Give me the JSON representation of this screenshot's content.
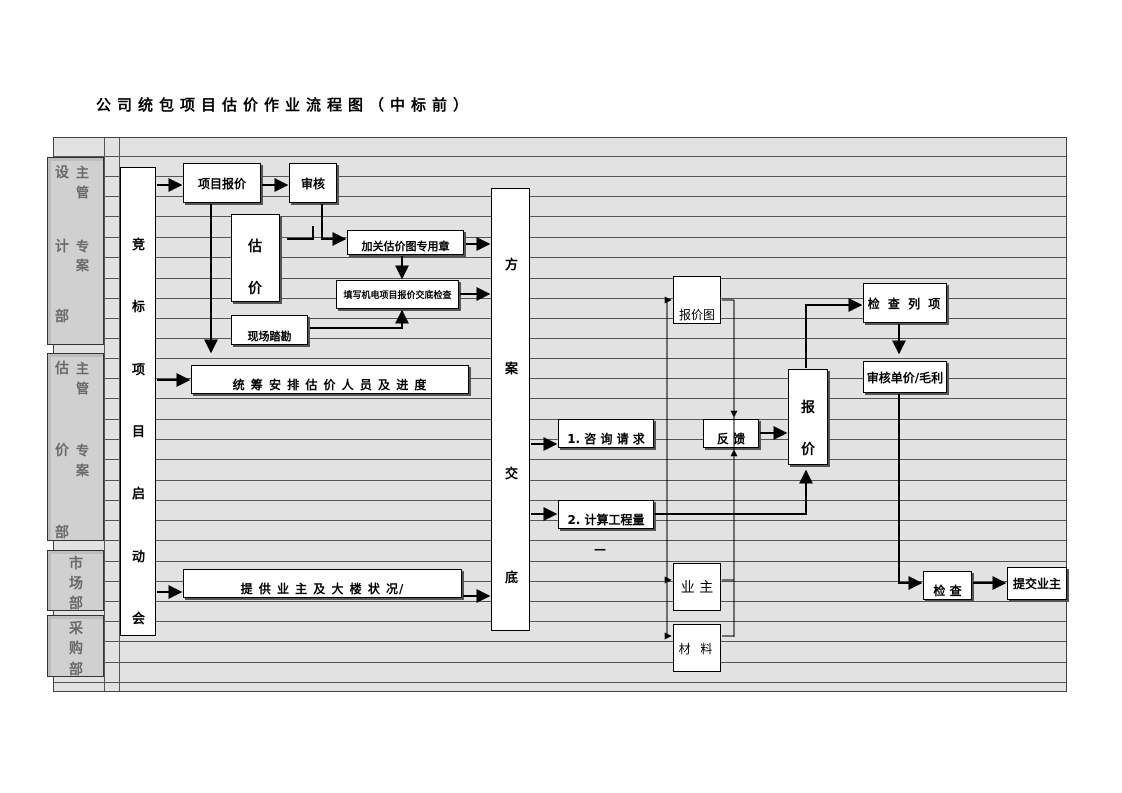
{
  "title": "公司统包项目估价作业流程图（中标前）",
  "departments": {
    "design": {
      "head_line1": "主",
      "head_line2": "管",
      "spec_line1": "专",
      "spec_line2": "案",
      "name1": "设",
      "name2": "计",
      "name3": "部"
    },
    "estimate": {
      "head_line1": "主",
      "head_line2": "管",
      "spec_line1": "专",
      "spec_line2": "案",
      "name1": "估",
      "name2": "价",
      "name3": "部"
    },
    "market": {
      "c1": "市",
      "c2": "场",
      "c3": "部"
    },
    "purchase": {
      "c1": "采",
      "c2": "购",
      "c3": "部"
    }
  },
  "kickoff": {
    "chars": [
      "竞",
      "标",
      "项",
      "目",
      "启",
      "动",
      "会"
    ]
  },
  "plan": {
    "chars": [
      "方",
      "案",
      "交",
      "底"
    ]
  },
  "boxes": {
    "project_quote": "项目报价",
    "review": "审核",
    "estimate_1": "估",
    "estimate_2": "价",
    "add_material": "加关估价图专用章",
    "fill_mep": "填写机电项目报价交底检查",
    "site_survey": "现场踏勘",
    "schedule": "统 筹 安 排 估 价 人 员 及 进 度",
    "inquiry": "1. 咨 询 请 求",
    "quantity": "2. 计算工程量",
    "quantity_dash": "—",
    "provide_owner": "提 供 业 主 及 大 楼 状 况/",
    "quote_drawing": "报价图",
    "feedback": "反 馈",
    "quote_1": "报",
    "quote_2": "价",
    "check_list": "检 查 列 项",
    "review_price": "审核单价/毛利",
    "check": "检 查",
    "submit_owner": "提交业主",
    "owner": "业 主",
    "material": "材 料"
  }
}
